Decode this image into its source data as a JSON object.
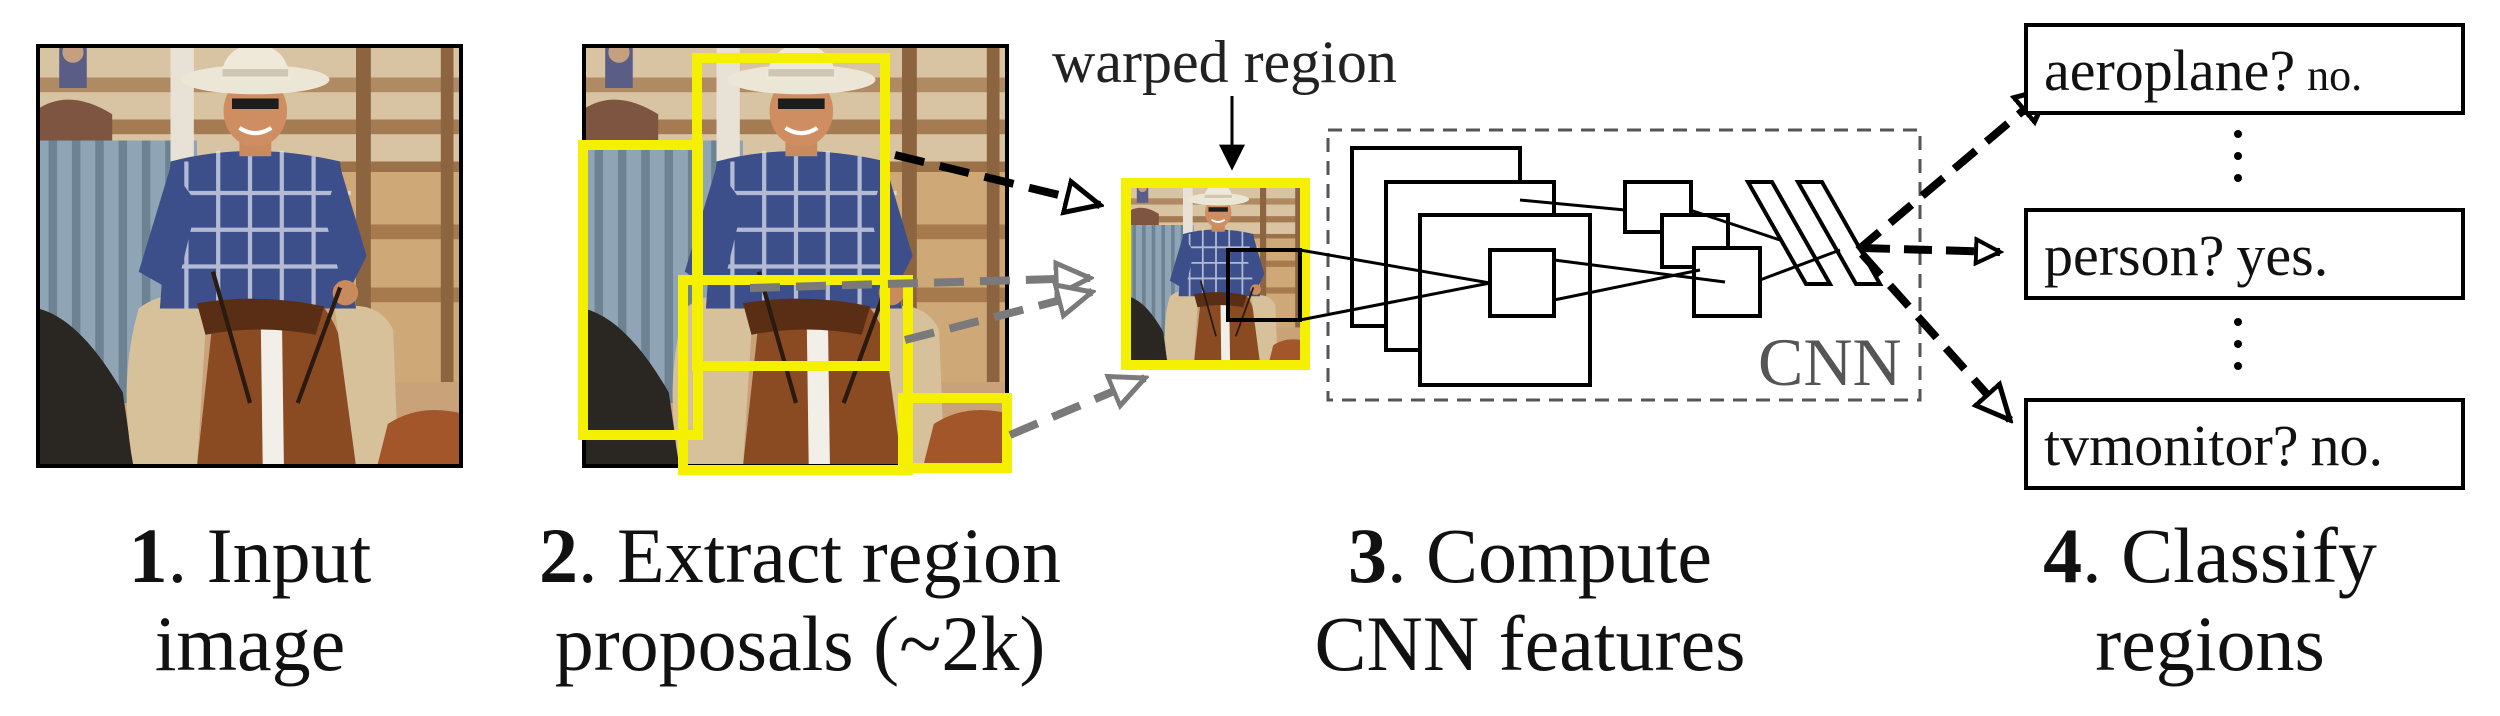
{
  "labels": {
    "warped_region": "warped region",
    "cnn": "CNN"
  },
  "classes": [
    {
      "name": "aeroplane?",
      "answer": "no."
    },
    {
      "name": "person?",
      "answer": "yes."
    },
    {
      "name": "tvmonitor?",
      "answer": "no."
    }
  ],
  "steps": [
    {
      "num": "1",
      "line1": ". Input",
      "line2": "image"
    },
    {
      "num": "2",
      "line1": ". Extract region",
      "line2": "proposals (~2k)"
    },
    {
      "num": "3",
      "line1": ". Compute",
      "line2": "CNN features"
    },
    {
      "num": "4",
      "line1": ". Classify",
      "line2": "regions"
    }
  ],
  "colors": {
    "proposal_box": "#f5f000",
    "arrow_dark": "#000000",
    "arrow_gray": "#7a7a7a",
    "cnn_dashed": "#555555"
  }
}
